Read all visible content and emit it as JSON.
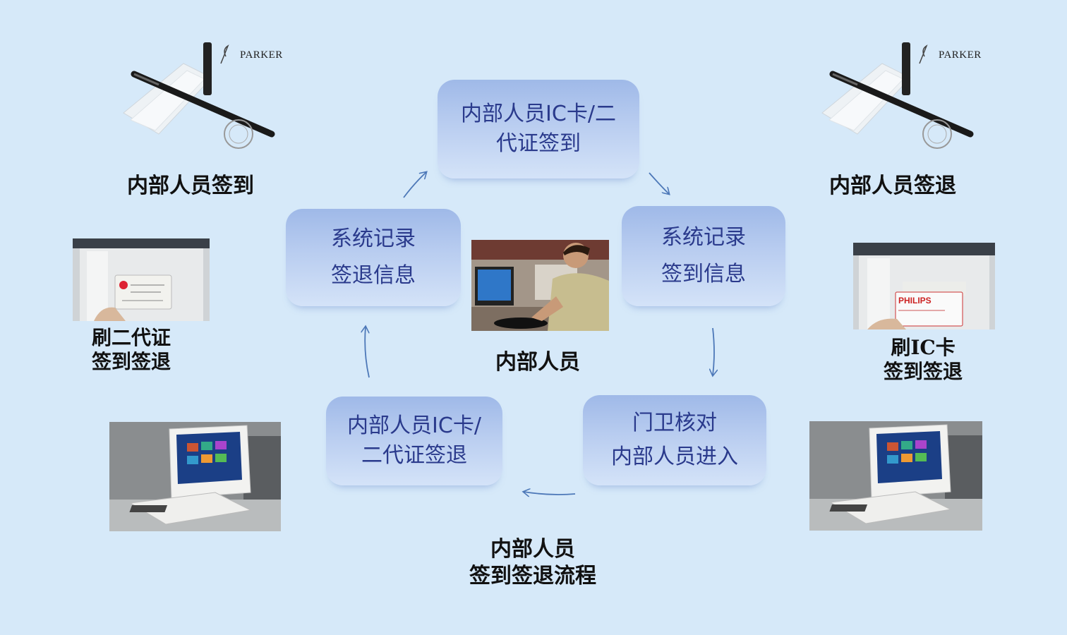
{
  "left_top_label": "内部人员签到",
  "right_top_label": "内部人员签退",
  "left_mid_label": [
    "刷二代证",
    "签到签退"
  ],
  "right_mid_label": [
    "刷IC卡",
    "签到签退"
  ],
  "center_label": "内部人员",
  "bottom_label": [
    "内部人员",
    "签到签退流程"
  ],
  "pen_brand": "PARKER",
  "card_brand": "PHILIPS",
  "cycle": {
    "top": [
      "内部人员IC卡/二",
      "代证签到"
    ],
    "right": [
      "系统记录",
      "签到信息"
    ],
    "bottom_right": [
      "门卫核对",
      "内部人员进入"
    ],
    "bottom_left": [
      "内部人员IC卡/",
      "二代证签退"
    ],
    "left": [
      "系统记录",
      "签退信息"
    ]
  },
  "colors": {
    "background": "#d6e9f9",
    "box_text": "#2a3a8c",
    "arrow": "#4d78b8"
  }
}
